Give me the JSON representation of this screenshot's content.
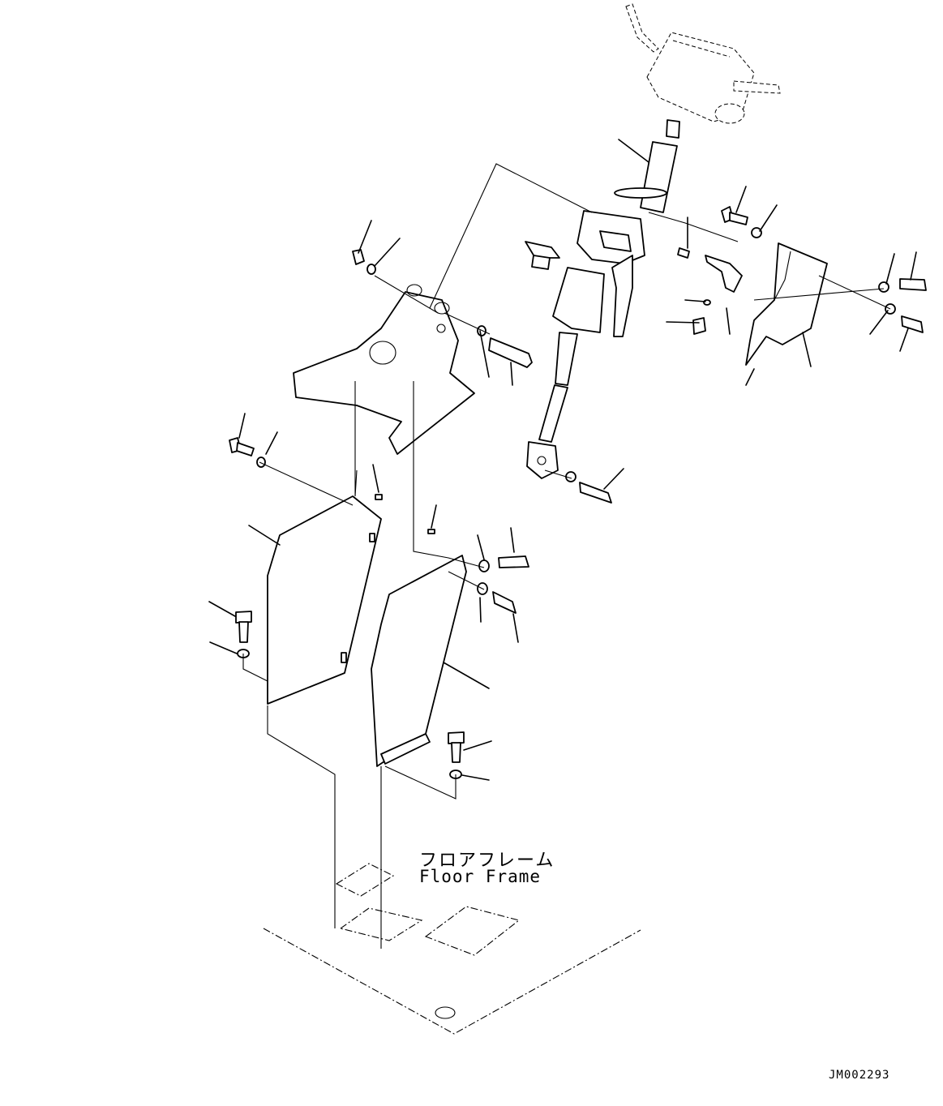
{
  "labels": {
    "floor_frame_jp": "フロアフレーム",
    "floor_frame_en": "Floor Frame",
    "drawing_code": "JM002293"
  }
}
